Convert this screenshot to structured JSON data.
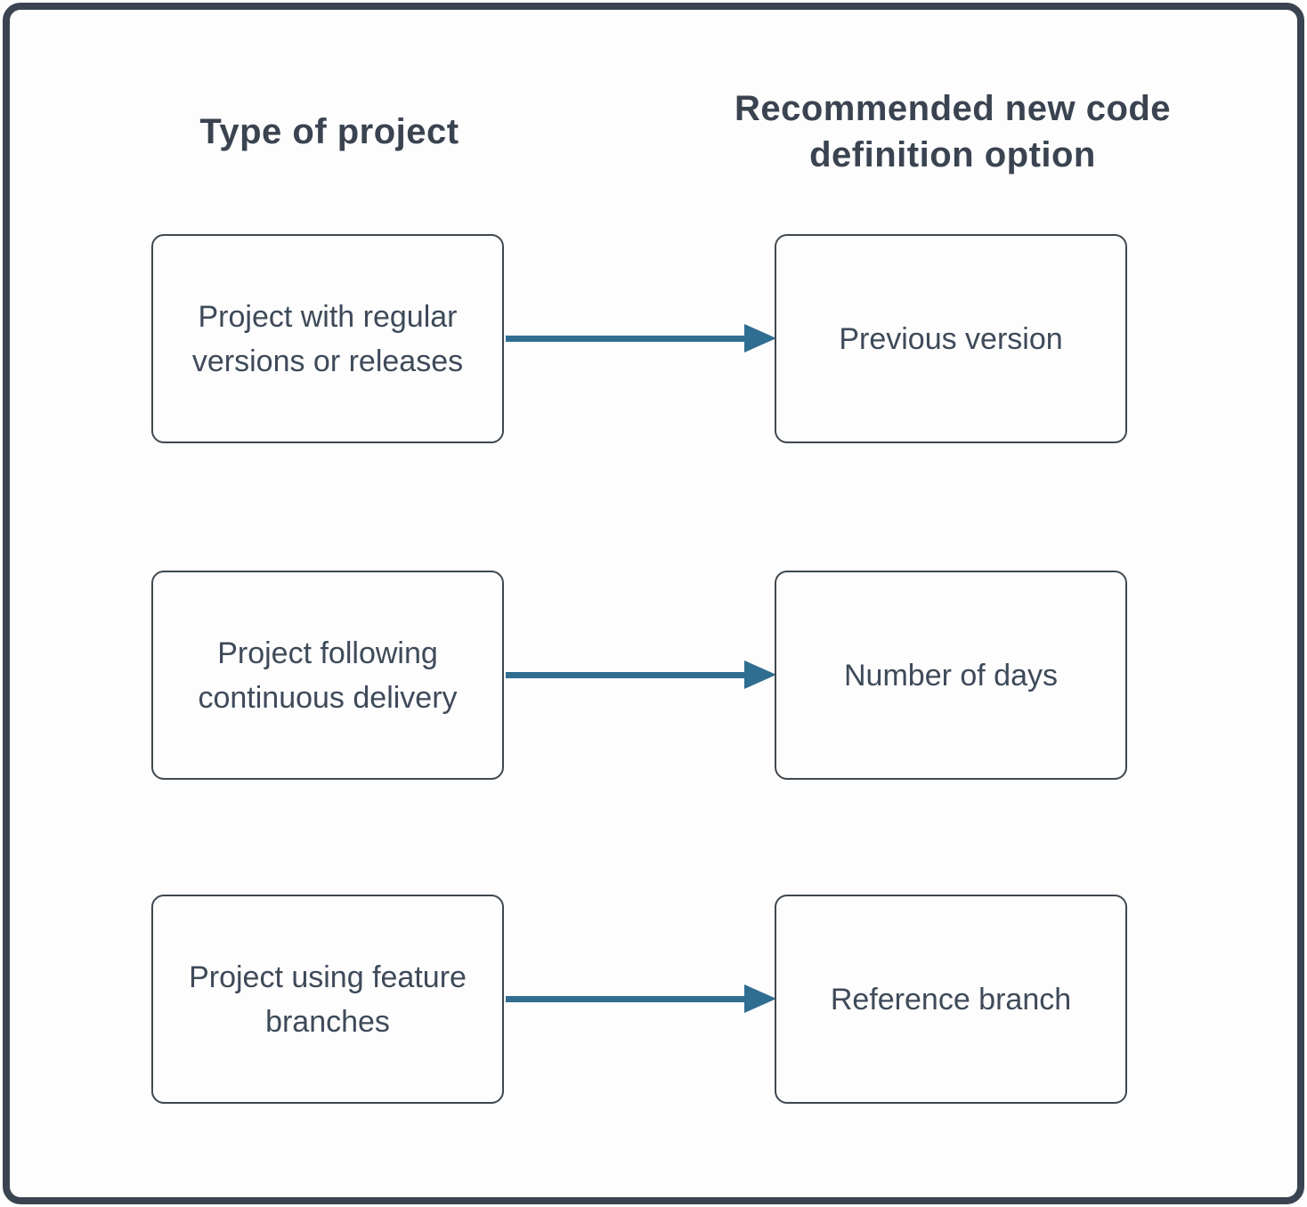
{
  "diagram": {
    "headers": {
      "left": "Type of project",
      "right": "Recommended new code definition option"
    },
    "rows": [
      {
        "left": "Project with regular versions or releases",
        "right": "Previous version"
      },
      {
        "left": "Project following continuous delivery",
        "right": "Number of days"
      },
      {
        "left": "Project using feature branches",
        "right": "Reference branch"
      }
    ],
    "colors": {
      "frame_border": "#3a4450",
      "node_border": "#40484f",
      "node_background": "#fdfdfd",
      "heading_text": "#3a4350",
      "node_text": "#3e4a59",
      "arrow": "#2f6d91",
      "background": "#fdfdfd"
    }
  }
}
